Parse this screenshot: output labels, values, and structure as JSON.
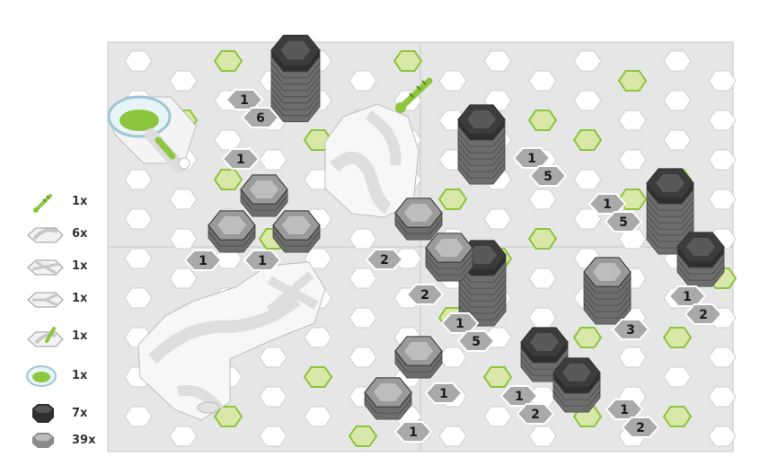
{
  "colors": {
    "plate": "#e6e6e6",
    "plate_edge": "#c8c8c8",
    "cell": "#ffffff",
    "cell_outline": "#cfcfcf",
    "green_cell": "#d9e8a8",
    "accent_green": "#8cc63f",
    "height_dark": "#2f2f2f",
    "height_mid": "#6d6d6d",
    "height_light": "#9a9a9a",
    "label_hex": "#a9a9a9",
    "label_text": "#1a1a1a"
  },
  "legend": [
    {
      "icon": "launcher-icon",
      "count": "1x"
    },
    {
      "icon": "curve-tile-icon",
      "count": "6x"
    },
    {
      "icon": "cross-tile-icon",
      "count": "1x"
    },
    {
      "icon": "three-way-tile-icon",
      "count": "1x"
    },
    {
      "icon": "switch-tile-icon",
      "count": "1x"
    },
    {
      "icon": "starter-bowl-icon",
      "count": "1x"
    },
    {
      "icon": "large-height-tile-icon",
      "count": "7x"
    },
    {
      "icon": "small-height-tile-icon",
      "count": "39x"
    }
  ],
  "height_markers": [
    {
      "top": "1",
      "bottom": "6"
    },
    {
      "top": "1"
    },
    {
      "top": "1",
      "bottom": "5"
    },
    {
      "top": "1",
      "bottom": "5"
    },
    {
      "top": "1"
    },
    {
      "top": "1"
    },
    {
      "top": "2"
    },
    {
      "top": "2"
    },
    {
      "top": "1",
      "bottom": "2"
    },
    {
      "top": "1",
      "bottom": "5"
    },
    {
      "top": "3"
    },
    {
      "top": "1"
    },
    {
      "top": "1",
      "bottom": "2"
    },
    {
      "top": "1",
      "bottom": "2"
    },
    {
      "top": "1"
    }
  ]
}
